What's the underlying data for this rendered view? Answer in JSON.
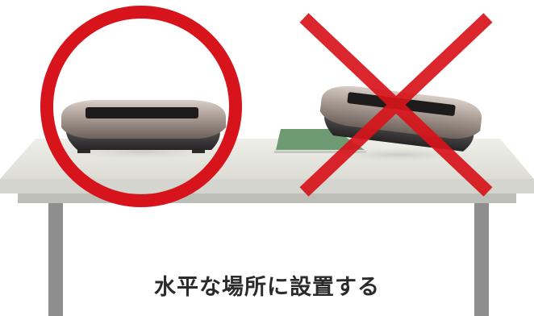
{
  "caption": "水平な場所に設置する",
  "colors": {
    "ok_mark": "#d7141b",
    "ng_mark": "#d7141b",
    "table_top": "#e6e6df",
    "table_edge": "#cfd0c9",
    "table_legs": "#909090",
    "paper": "#6f9b73"
  },
  "icons": {
    "ok": "circle-mark",
    "ng": "cross-mark"
  }
}
